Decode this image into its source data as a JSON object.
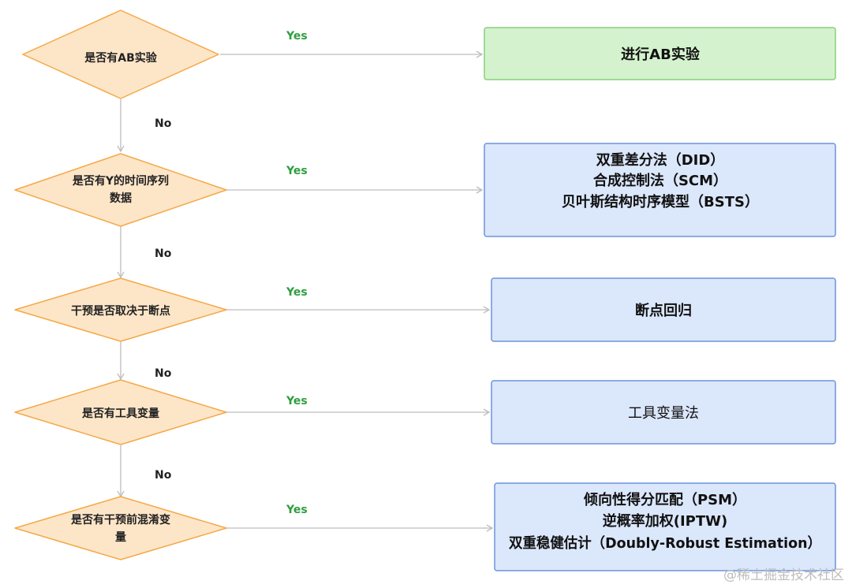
{
  "colors": {
    "decision_fill": "#fde6c8",
    "decision_stroke": "#f5a847",
    "result_ab_fill": "#d4f2cd",
    "result_ab_stroke": "#86d07b",
    "result_fill": "#dbe7fb",
    "result_stroke": "#6d94dc",
    "arrow": "#bdbdbd",
    "yes": "#2e9e3e"
  },
  "edge_labels": {
    "yes": "Yes",
    "no": "No"
  },
  "decisions": [
    {
      "lines": [
        "是否有AB实验"
      ]
    },
    {
      "lines": [
        "是否有Y的时间序列",
        "数据"
      ]
    },
    {
      "lines": [
        "干预是否取决于断点"
      ]
    },
    {
      "lines": [
        "是否有工具变量"
      ]
    },
    {
      "lines": [
        "是否有干预前混淆变",
        "量"
      ]
    }
  ],
  "results": [
    {
      "lines": [
        "进行AB实验"
      ],
      "bold": true
    },
    {
      "lines": [
        "双重差分法（DID）",
        "合成控制法（SCM）",
        "贝叶斯结构时序模型（BSTS）"
      ],
      "bold": true
    },
    {
      "lines": [
        "断点回归"
      ],
      "bold": true
    },
    {
      "lines": [
        "工具变量法"
      ],
      "bold": false
    },
    {
      "lines": [
        "倾向性得分匹配（PSM）",
        "逆概率加权(IPTW)",
        "双重稳健估计（Doubly-Robust Estimation）"
      ],
      "bold": true
    }
  ],
  "watermark": "@稀土掘金技术社区"
}
